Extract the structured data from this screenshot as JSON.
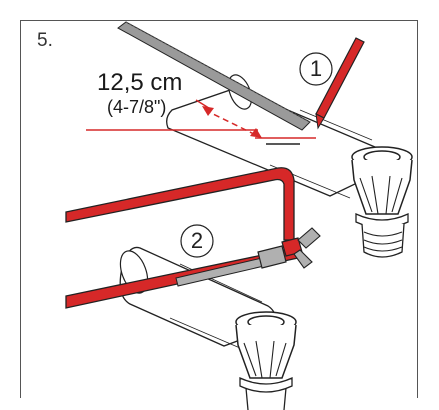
{
  "step_number": "5.",
  "measurement": {
    "metric": "12,5 cm",
    "imperial": "(4-7/8\")"
  },
  "callouts": [
    "1",
    "2"
  ],
  "colors": {
    "tool_red": "#d62828",
    "outline": "#222222",
    "ruler_gray": "#8a8a8a",
    "frame": "#555555"
  },
  "icons": [
    "ruler-icon",
    "marker-pen-icon",
    "hacksaw-icon",
    "drain-pipe-fitting-icon"
  ]
}
